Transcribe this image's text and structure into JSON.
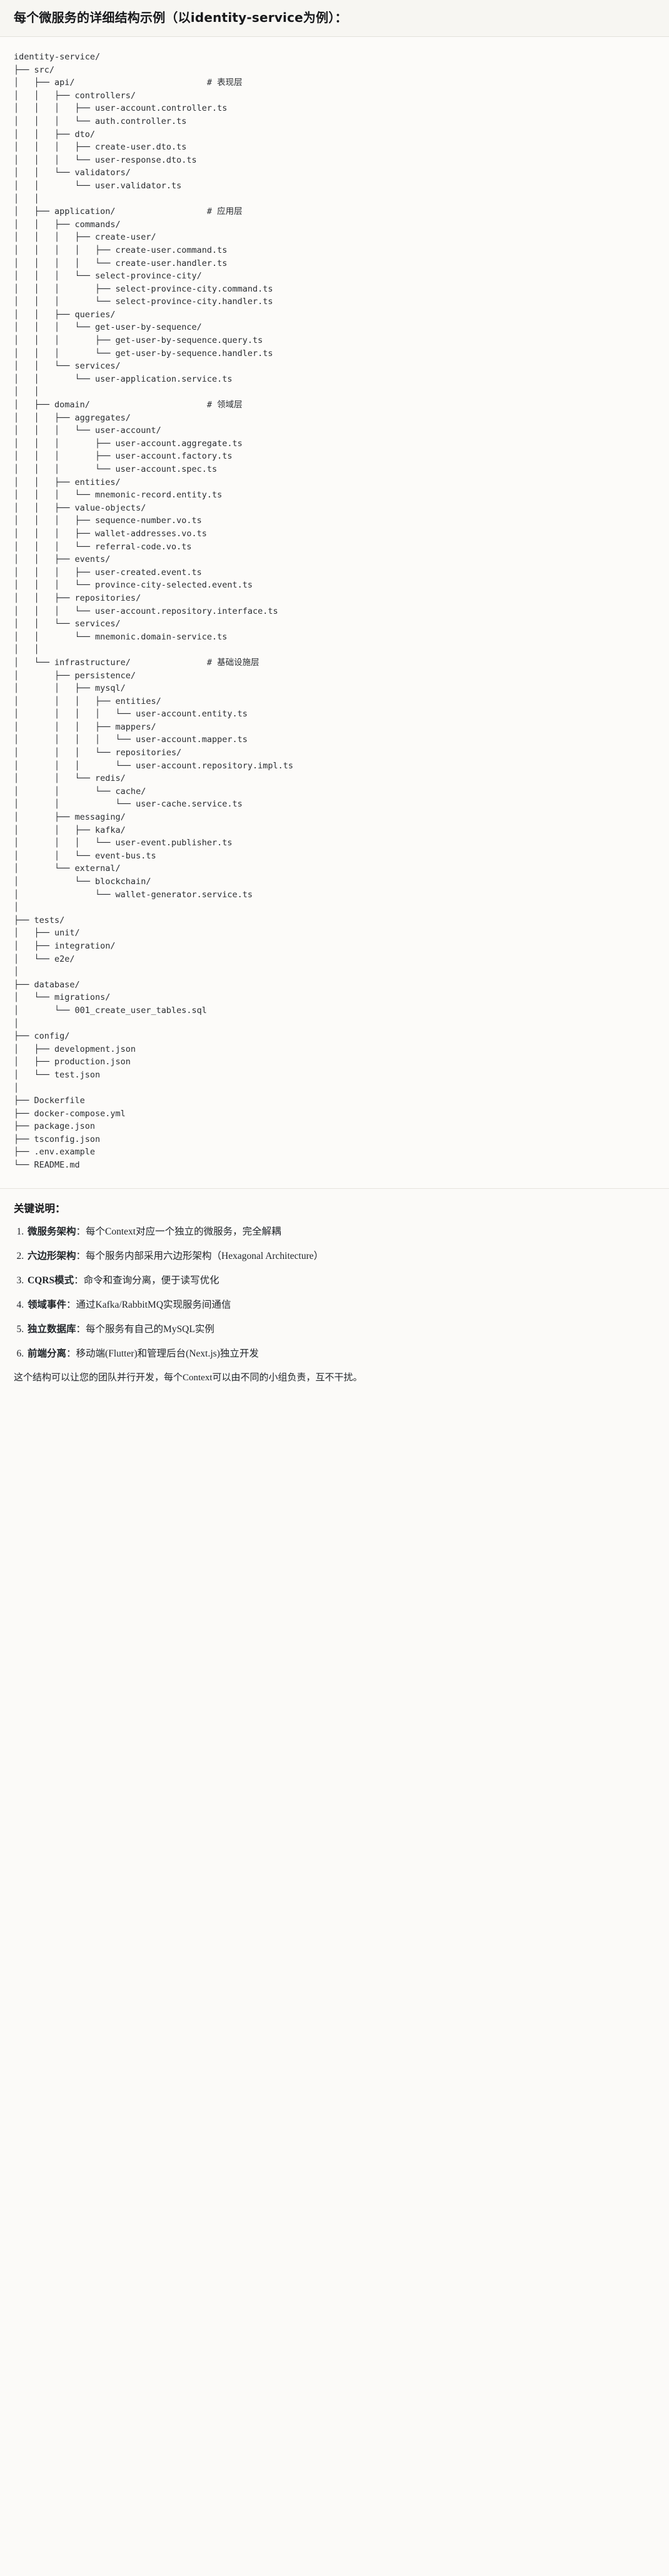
{
  "header": {
    "title": "每个微服务的详细结构示例（以identity-service为例）："
  },
  "tree": {
    "root": "identity-service/",
    "lines": [
      "identity-service/",
      "├── src/",
      "│   ├── api/                          # 表现层",
      "│   │   ├── controllers/",
      "│   │   │   ├── user-account.controller.ts",
      "│   │   │   └── auth.controller.ts",
      "│   │   ├── dto/",
      "│   │   │   ├── create-user.dto.ts",
      "│   │   │   └── user-response.dto.ts",
      "│   │   └── validators/",
      "│   │       └── user.validator.ts",
      "│   │",
      "│   ├── application/                  # 应用层",
      "│   │   ├── commands/",
      "│   │   │   ├── create-user/",
      "│   │   │   │   ├── create-user.command.ts",
      "│   │   │   │   └── create-user.handler.ts",
      "│   │   │   └── select-province-city/",
      "│   │   │       ├── select-province-city.command.ts",
      "│   │   │       └── select-province-city.handler.ts",
      "│   │   ├── queries/",
      "│   │   │   └── get-user-by-sequence/",
      "│   │   │       ├── get-user-by-sequence.query.ts",
      "│   │   │       └── get-user-by-sequence.handler.ts",
      "│   │   └── services/",
      "│   │       └── user-application.service.ts",
      "│   │",
      "│   ├── domain/                       # 领域层",
      "│   │   ├── aggregates/",
      "│   │   │   └── user-account/",
      "│   │   │       ├── user-account.aggregate.ts",
      "│   │   │       ├── user-account.factory.ts",
      "│   │   │       └── user-account.spec.ts",
      "│   │   ├── entities/",
      "│   │   │   └── mnemonic-record.entity.ts",
      "│   │   ├── value-objects/",
      "│   │   │   ├── sequence-number.vo.ts",
      "│   │   │   ├── wallet-addresses.vo.ts",
      "│   │   │   └── referral-code.vo.ts",
      "│   │   ├── events/",
      "│   │   │   ├── user-created.event.ts",
      "│   │   │   └── province-city-selected.event.ts",
      "│   │   ├── repositories/",
      "│   │   │   └── user-account.repository.interface.ts",
      "│   │   └── services/",
      "│   │       └── mnemonic.domain-service.ts",
      "│   │",
      "│   └── infrastructure/               # 基础设施层",
      "│       ├── persistence/",
      "│       │   ├── mysql/",
      "│       │   │   ├── entities/",
      "│       │   │   │   └── user-account.entity.ts",
      "│       │   │   ├── mappers/",
      "│       │   │   │   └── user-account.mapper.ts",
      "│       │   │   └── repositories/",
      "│       │   │       └── user-account.repository.impl.ts",
      "│       │   └── redis/",
      "│       │       └── cache/",
      "│       │           └── user-cache.service.ts",
      "│       ├── messaging/",
      "│       │   ├── kafka/",
      "│       │   │   └── user-event.publisher.ts",
      "│       │   └── event-bus.ts",
      "│       └── external/",
      "│           └── blockchain/",
      "│               └── wallet-generator.service.ts",
      "│",
      "├── tests/",
      "│   ├── unit/",
      "│   ├── integration/",
      "│   └── e2e/",
      "│",
      "├── database/",
      "│   └── migrations/",
      "│       └── 001_create_user_tables.sql",
      "│",
      "├── config/",
      "│   ├── development.json",
      "│   ├── production.json",
      "│   └── test.json",
      "│",
      "├── Dockerfile",
      "├── docker-compose.yml",
      "├── package.json",
      "├── tsconfig.json",
      "├── .env.example",
      "└── README.md"
    ],
    "comments": [
      "# 表现层",
      "# 应用层",
      "# 领域层",
      "# 基础设施层"
    ]
  },
  "notes": {
    "title": "关键说明：",
    "items": [
      {
        "term": "微服务架构",
        "sep": "：",
        "desc": "每个Context对应一个独立的微服务，完全解耦"
      },
      {
        "term": "六边形架构",
        "sep": "：",
        "desc": "每个服务内部采用六边形架构（Hexagonal Architecture）"
      },
      {
        "term": "CQRS模式",
        "sep": "：",
        "desc": "命令和查询分离，便于读写优化"
      },
      {
        "term": "领域事件",
        "sep": "：",
        "desc": "通过Kafka/RabbitMQ实现服务间通信"
      },
      {
        "term": "独立数据库",
        "sep": "：",
        "desc": "每个服务有自己的MySQL实例"
      },
      {
        "term": "前端分离",
        "sep": "：",
        "desc": "移动端(Flutter)和管理后台(Next.js)独立开发"
      }
    ],
    "closing": "这个结构可以让您的团队并行开发，每个Context可以由不同的小组负责，互不干扰。"
  },
  "colors": {
    "page_bg": "#fbfaf8",
    "header_bg": "#f7f6f2",
    "tree_bg": "#fcfbf9",
    "text": "#1f2328",
    "border": "#e3e1db"
  }
}
